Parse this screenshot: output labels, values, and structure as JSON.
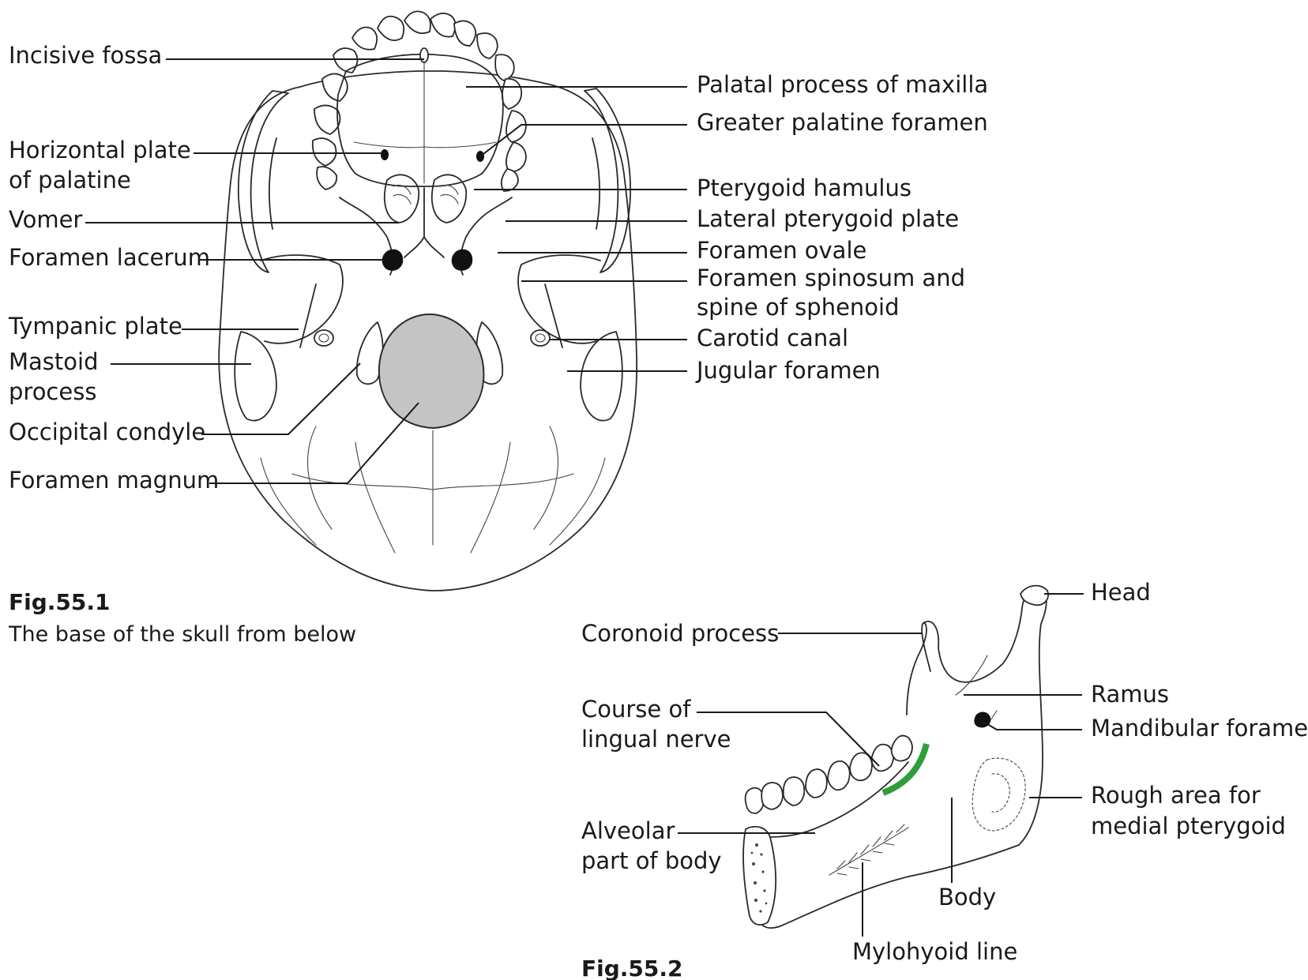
{
  "figure1": {
    "number": "Fig.55.1",
    "caption": "The base of the skull from below",
    "labels": {
      "incisive_fossa": "Incisive fossa",
      "horizontal_plate_1": "Horizontal plate",
      "horizontal_plate_2": "of palatine",
      "vomer": "Vomer",
      "foramen_lacerum": "Foramen lacerum",
      "tympanic_plate": "Tympanic plate",
      "mastoid_1": "Mastoid",
      "mastoid_2": "process",
      "occipital_condyle": "Occipital condyle",
      "foramen_magnum": "Foramen magnum",
      "palatal_process": "Palatal process of maxilla",
      "greater_palatine": "Greater palatine foramen",
      "pterygoid_hamulus": "Pterygoid hamulus",
      "lateral_pterygoid": "Lateral pterygoid plate",
      "foramen_ovale": "Foramen ovale",
      "foramen_spinosum_1": "Foramen spinosum and",
      "foramen_spinosum_2": "spine of sphenoid",
      "carotid_canal": "Carotid canal",
      "jugular_foramen": "Jugular foramen"
    }
  },
  "figure2": {
    "number": "Fig.55.2",
    "labels": {
      "head": "Head",
      "coronoid": "Coronoid process",
      "ramus": "Ramus",
      "lingual_1": "Course of",
      "lingual_2": "lingual nerve",
      "mandibular_foramen": "Mandibular foramen",
      "rough_1": "Rough area for",
      "rough_2": "medial pterygoid",
      "alveolar_1": "Alveolar",
      "alveolar_2": "part of body",
      "body": "Body",
      "mylohyoid": "Mylohyoid line"
    }
  },
  "colors": {
    "foramen_magnum_fill": "#c4c4c4",
    "lingual_nerve": "#2e9e3a",
    "line": "#1a1a1a"
  }
}
